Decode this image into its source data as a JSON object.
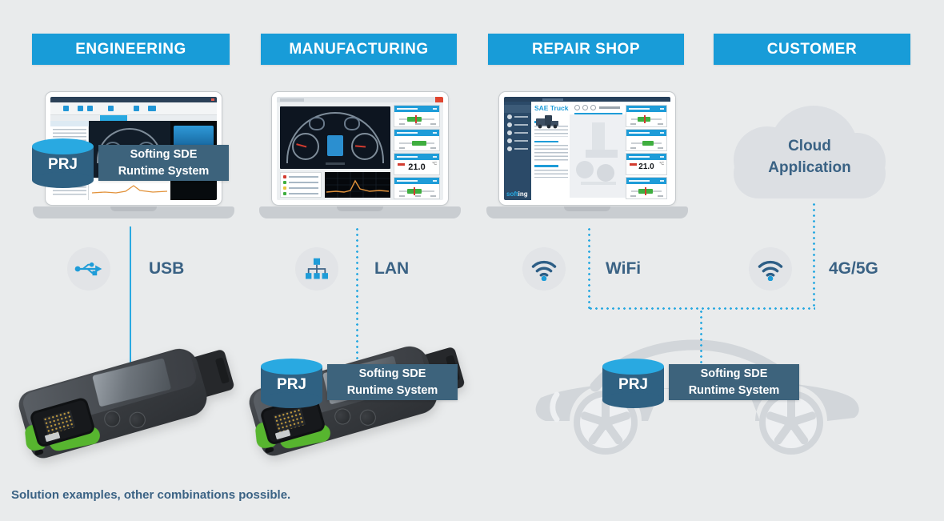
{
  "headers": {
    "engineering": "ENGINEERING",
    "manufacturing": "MANUFACTURING",
    "repair_shop": "REPAIR SHOP",
    "customer": "CUSTOMER"
  },
  "connections": {
    "usb": "USB",
    "lan": "LAN",
    "wifi": "WiFi",
    "cellular": "4G/5G"
  },
  "runtime": {
    "prj": "PRJ",
    "line1": "Softing SDE",
    "line2": "Runtime System"
  },
  "cloud": {
    "line1": "Cloud",
    "line2": "Application"
  },
  "screens": {
    "repair_title": "SAE Truck",
    "temperature": "21.0",
    "temp_unit": "°C",
    "logo_part1": "soft",
    "logo_part2": "ing"
  },
  "footnote": "Solution examples, other combinations possible.",
  "icons": {
    "usb": "usb-icon",
    "lan": "lan-icon",
    "wifi": "wifi-icon",
    "cellular": "wifi-icon"
  },
  "colors": {
    "header_blue": "#189cd8",
    "line_blue": "#29a9e1",
    "slate_text": "#3a6284",
    "runtime_box": "#3d637c",
    "cylinder_top": "#29a9e1",
    "cylinder_body": "#2f6182",
    "device_green": "#57b52f",
    "background": "#e9ebec"
  }
}
